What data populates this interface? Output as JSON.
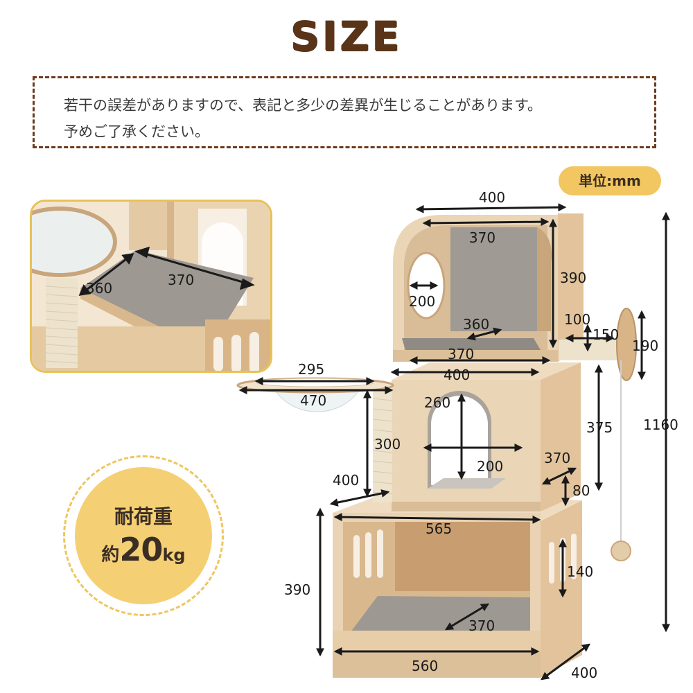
{
  "title": "SIZE",
  "notice": {
    "line1": "若干の誤差がありますので、表記と多少の差異が生じることがあります。",
    "line2": "予めご了承ください。"
  },
  "unit": "単位:mm",
  "load": {
    "label": "耐荷重",
    "prefix": "約",
    "value": "20",
    "unit": "kg"
  },
  "inset_dims": {
    "depth": "360",
    "width": "370"
  },
  "dims": {
    "top_width_outer": "400",
    "top_width_inner": "370",
    "top_height": "390",
    "top_hole": "200",
    "top_bed_depth": "360",
    "top_bed_width": "370",
    "toy_arm": "100",
    "toy_offset": "150",
    "toy_disc": "190",
    "total_height": "1160",
    "bowl_inner": "295",
    "bowl_outer": "470",
    "middle_width": "400",
    "middle_arch_height": "260",
    "middle_arch_width": "200",
    "post_height": "300",
    "middle_side": "375",
    "middle_depth": "370",
    "middle_base": "80",
    "base_depth_left": "400",
    "base_top_width": "565",
    "base_height": "390",
    "base_slot": "140",
    "base_bed": "370",
    "base_width": "560",
    "base_depth": "400"
  },
  "colors": {
    "wood": "#e9d3b4",
    "wood_dark": "#c9a57c",
    "carpet": "#8f8a84",
    "accent": "#f2c660",
    "title": "#5a3418"
  }
}
